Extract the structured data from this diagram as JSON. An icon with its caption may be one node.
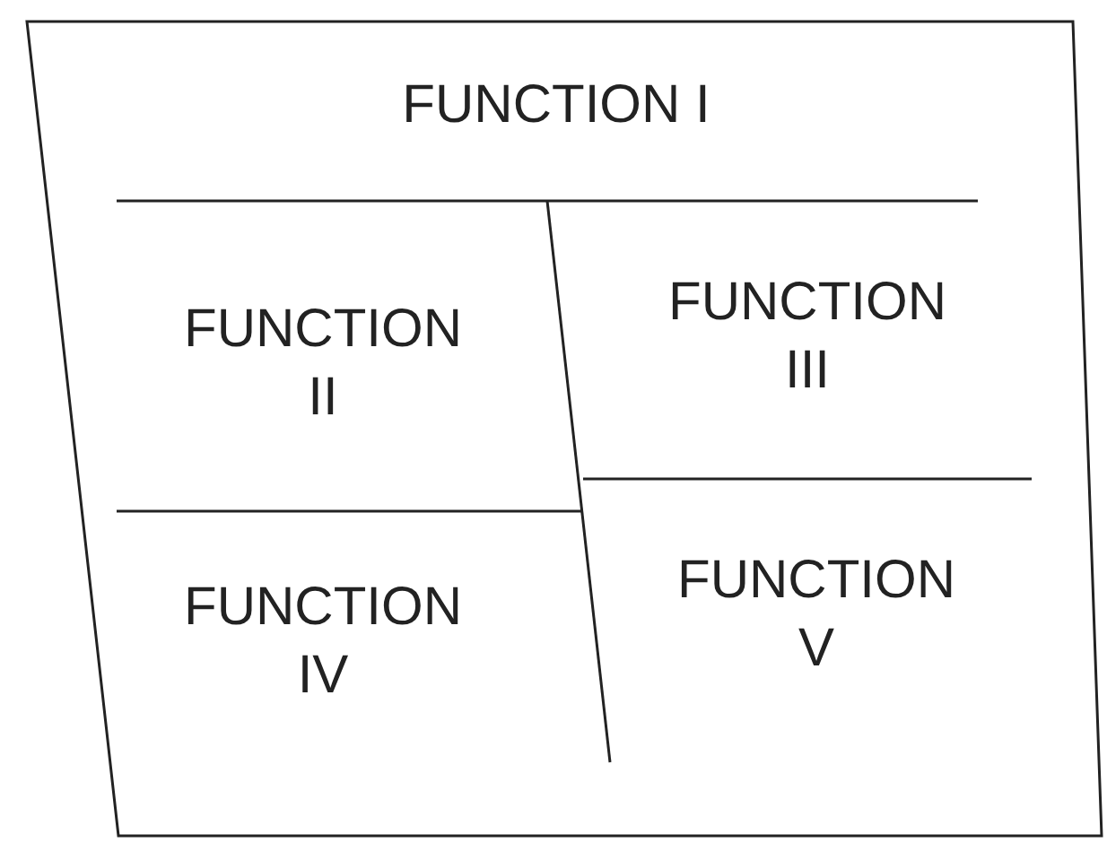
{
  "diagram": {
    "nodes": [
      {
        "text": [
          "FUNCTION I"
        ]
      },
      {
        "text": [
          "FUNCTION II"
        ],
        "in": 0
      },
      {
        "text": [
          "FUNCTION III"
        ],
        "in": 0
      },
      {
        "text": [
          "FUNCTION IV"
        ],
        "in": 0
      },
      {
        "text": [
          "FUNCTION V"
        ],
        "in": 0
      }
    ]
  }
}
